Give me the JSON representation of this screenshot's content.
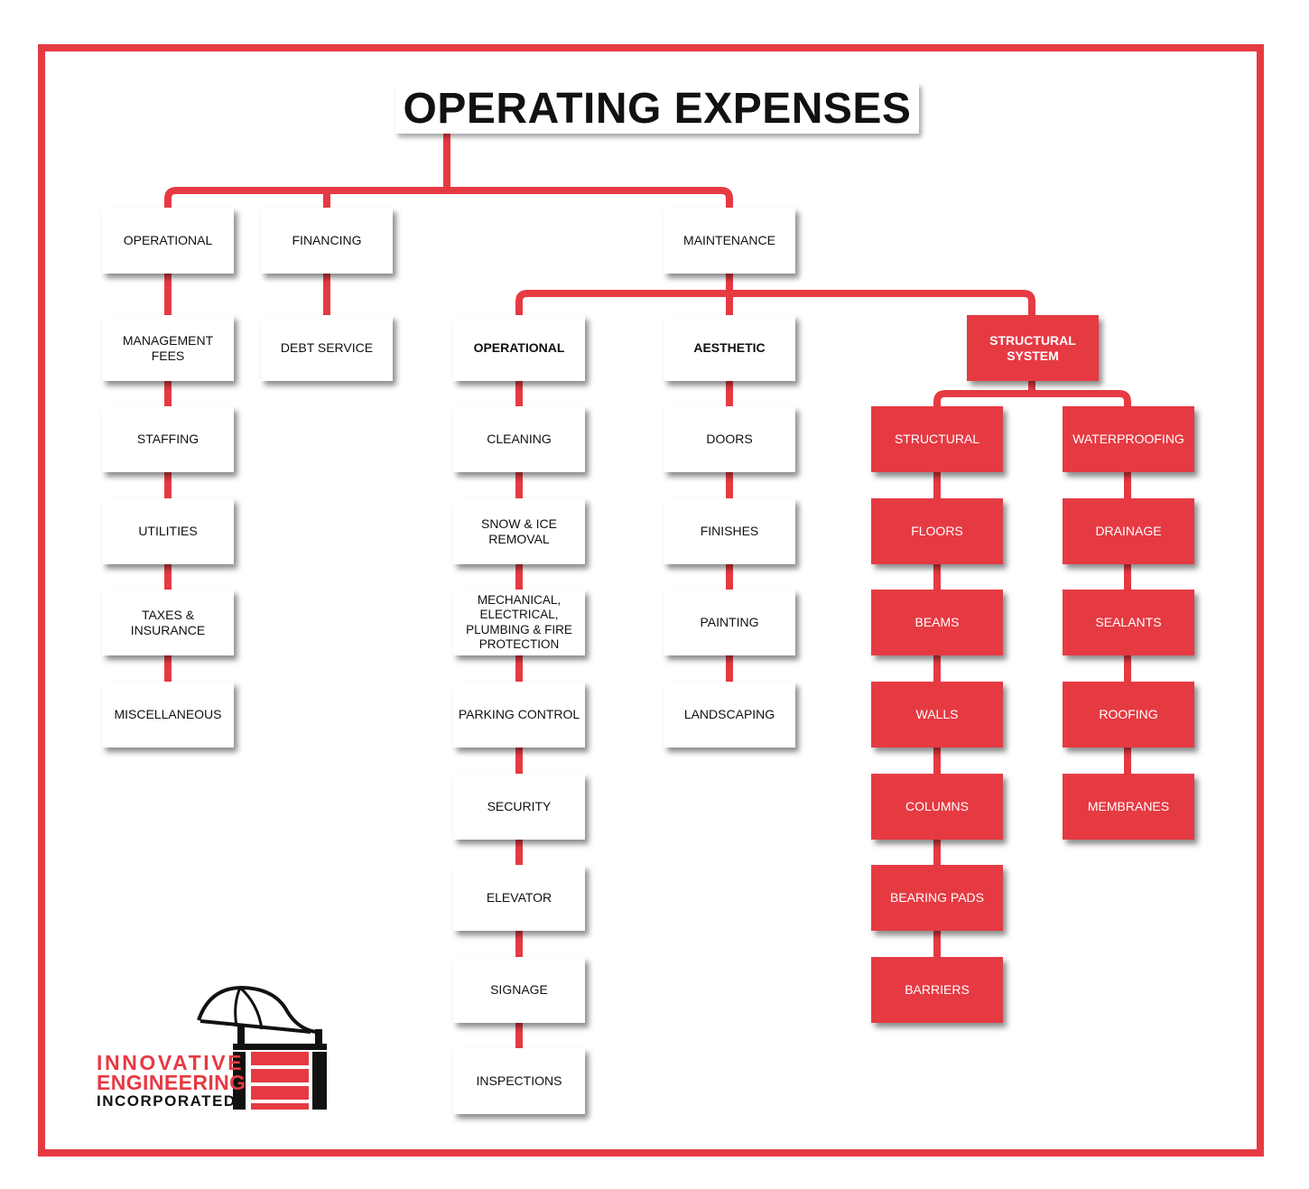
{
  "title": "OPERATING EXPENSES",
  "colors": {
    "accent": "#e63a43",
    "box": "#ffffff",
    "text": "#111111"
  },
  "branches": {
    "operational": {
      "label": "OPERATIONAL",
      "children": [
        "MANAGEMENT FEES",
        "STAFFING",
        "UTILITIES",
        "TAXES & INSURANCE",
        "MISCELLANEOUS"
      ]
    },
    "financing": {
      "label": "FINANCING",
      "children": [
        "DEBT SERVICE"
      ]
    },
    "maintenance": {
      "label": "MAINTENANCE",
      "operational": {
        "label": "OPERATIONAL",
        "children": [
          "CLEANING",
          "SNOW & ICE REMOVAL",
          "MECHANICAL, ELECTRICAL, PLUMBING & FIRE PROTECTION",
          "PARKING CONTROL",
          "SECURITY",
          "ELEVATOR",
          "SIGNAGE",
          "INSPECTIONS"
        ]
      },
      "aesthetic": {
        "label": "AESTHETIC",
        "children": [
          "DOORS",
          "FINISHES",
          "PAINTING",
          "LANDSCAPING"
        ]
      },
      "structural_system": {
        "label": "STRUCTURAL SYSTEM",
        "structural": {
          "label": "STRUCTURAL",
          "children": [
            "FLOORS",
            "BEAMS",
            "WALLS",
            "COLUMNS",
            "BEARING PADS",
            "BARRIERS"
          ]
        },
        "waterproofing": {
          "label": "WATERPROOFING",
          "children": [
            "DRAINAGE",
            "SEALANTS",
            "ROOFING",
            "MEMBRANES"
          ]
        }
      }
    }
  },
  "logo": {
    "line1": "INNOVATIVE",
    "line2": "ENGINEERING",
    "line3": "INCORPORATED"
  }
}
